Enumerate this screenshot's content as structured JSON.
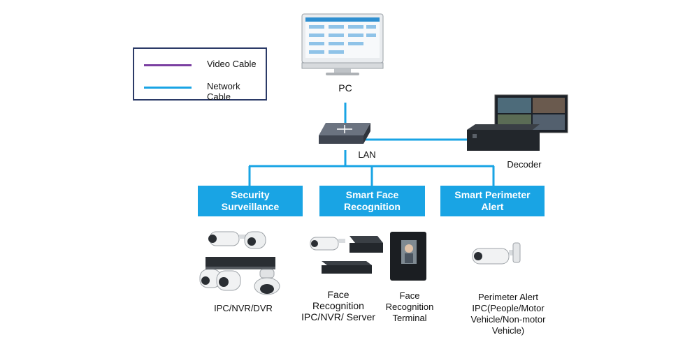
{
  "legend": {
    "items": [
      {
        "label": "Video Cable",
        "color": "#7b3fa1"
      },
      {
        "label": "Network Cable",
        "color": "#19a4e4"
      }
    ]
  },
  "nodes": {
    "pc": "PC",
    "lan": "LAN",
    "decoder": "Decoder"
  },
  "categories": [
    {
      "line1": "Security",
      "line2": "Surveillance"
    },
    {
      "line1": "Smart Face",
      "line2": "Recognition"
    },
    {
      "line1": "Smart Perimeter",
      "line2": "Alert"
    }
  ],
  "devices": {
    "security": "IPC/NVR/DVR",
    "face_ipc": [
      "Face",
      "Recognition",
      "IPC/NVR/ Server"
    ],
    "face_terminal": [
      "Face",
      "Recognition",
      "Terminal"
    ],
    "perimeter": [
      "Perimeter Alert",
      "IPC(People/Motor",
      "Vehicle/Non-motor",
      "Vehicle)"
    ]
  },
  "colors": {
    "network_cable": "#19a4e4",
    "video_cable": "#7b3fa1",
    "category_box": "#19a4e4"
  }
}
